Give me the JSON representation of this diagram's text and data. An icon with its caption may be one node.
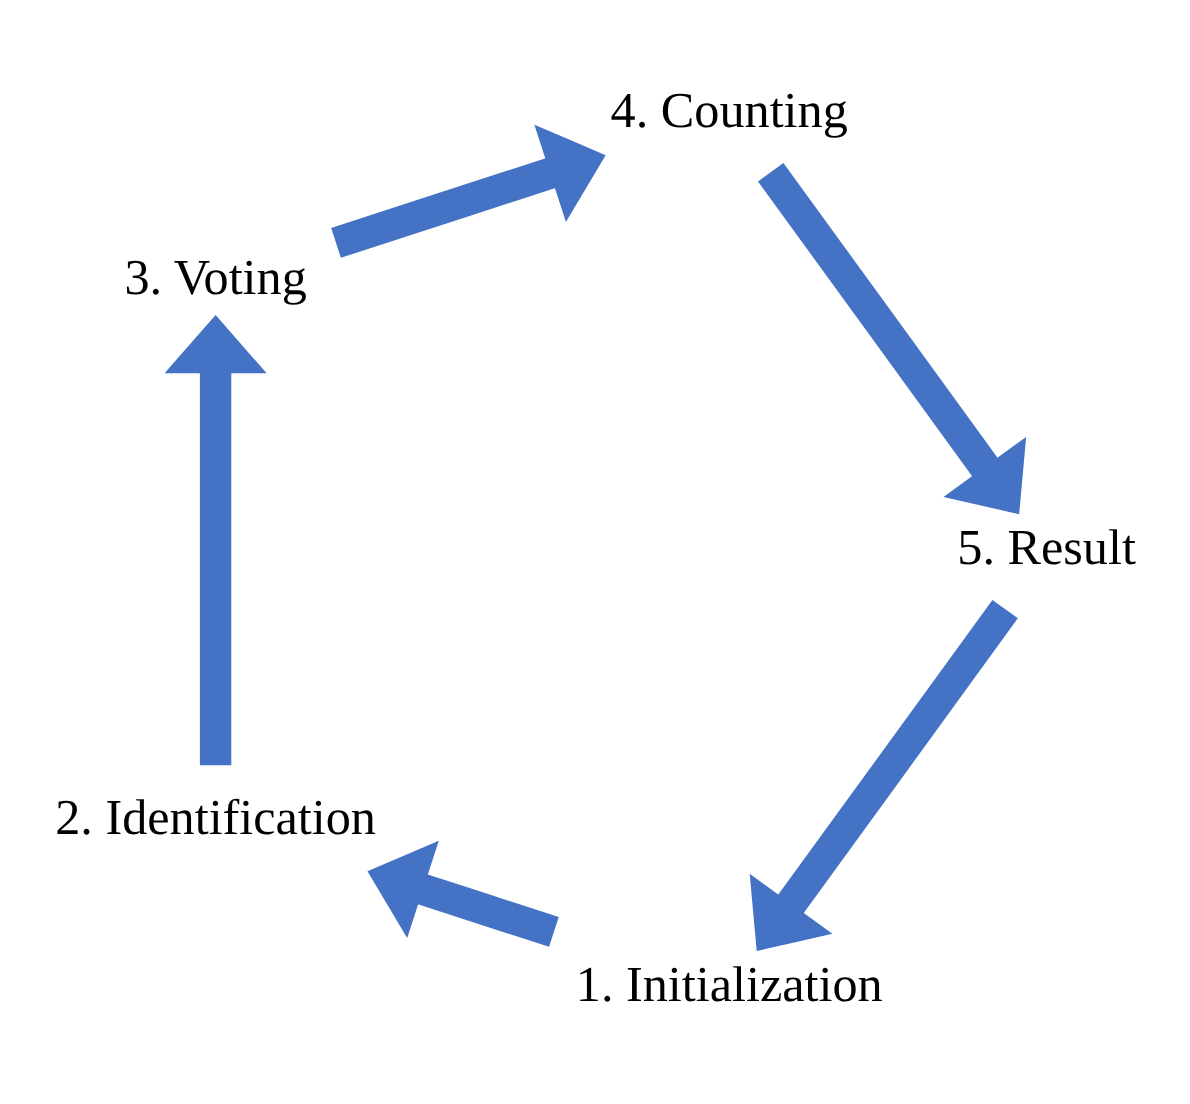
{
  "diagram": {
    "nodes": [
      {
        "text": [
          "1. Initialization"
        ]
      },
      {
        "text": [
          "2. Identification"
        ]
      },
      {
        "text": [
          "3. Voting"
        ]
      },
      {
        "text": [
          "4. Counting"
        ]
      },
      {
        "text": [
          "5. Result"
        ]
      }
    ],
    "edges": [
      {
        "from": 0,
        "to": 1,
        "arrow": "to"
      },
      {
        "from": 1,
        "to": 2,
        "arrow": "to"
      },
      {
        "from": 2,
        "to": 3,
        "arrow": "to"
      },
      {
        "from": 3,
        "to": 4,
        "arrow": "to"
      },
      {
        "from": 4,
        "to": 0,
        "arrow": "to"
      }
    ]
  }
}
